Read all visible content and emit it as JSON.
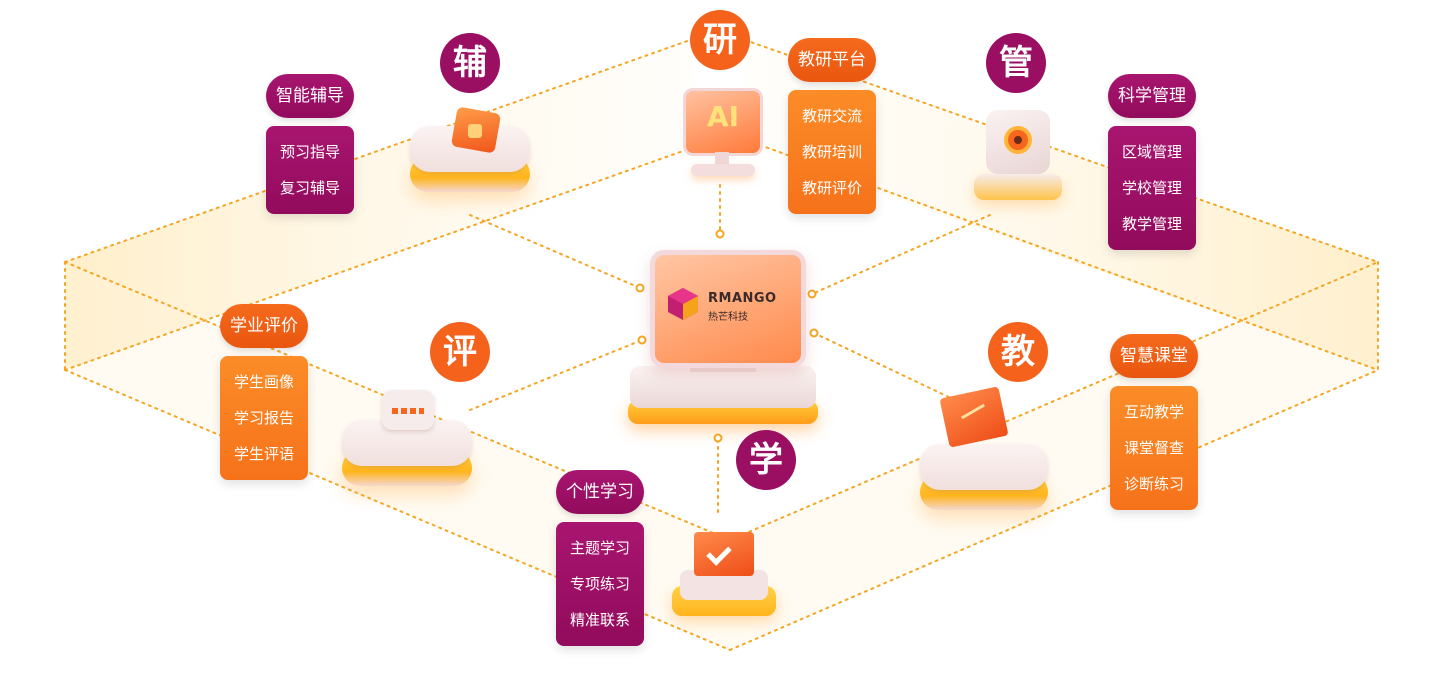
{
  "center": {
    "logo_title": "RMANGO",
    "logo_subtitle": "热芒科技"
  },
  "nodes": {
    "yan": {
      "char": "研",
      "title": "教研平台",
      "items": [
        "教研交流",
        "教研培训",
        "教研评价"
      ],
      "icon_text": "AI"
    },
    "fu": {
      "char": "辅",
      "title": "智能辅导",
      "items": [
        "预习指导",
        "复习辅导"
      ]
    },
    "guan": {
      "char": "管",
      "title": "科学管理",
      "items": [
        "区域管理",
        "学校管理",
        "教学管理"
      ]
    },
    "ping": {
      "char": "评",
      "title": "学业评价",
      "items": [
        "学生画像",
        "学习报告",
        "学生评语"
      ]
    },
    "jiao": {
      "char": "教",
      "title": "智慧课堂",
      "items": [
        "互动教学",
        "课堂督查",
        "诊断练习"
      ]
    },
    "xue": {
      "char": "学",
      "title": "个性学习",
      "items": [
        "主题学习",
        "专项练习",
        "精准联系"
      ]
    }
  },
  "colors": {
    "orange": "#f4621c",
    "purple": "#9b0f63",
    "amber": "#fb8c27",
    "dotted_line": "#f4a623"
  }
}
